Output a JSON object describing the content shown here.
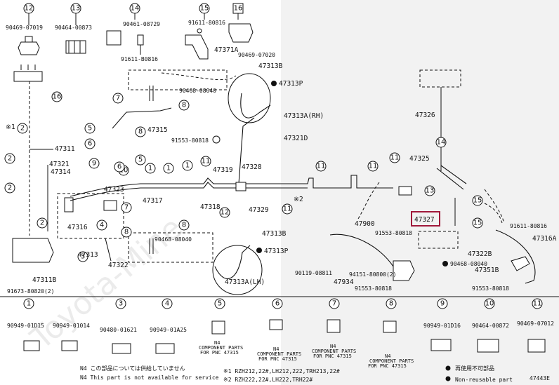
{
  "diagram_id": "47443E",
  "watermark": "Toyota-Mine",
  "highlighted_part": "47327",
  "top_parts": [
    {
      "callout": "12",
      "parts": [
        "90469-07019"
      ]
    },
    {
      "callout": "13",
      "parts": [
        "90464-00873"
      ]
    },
    {
      "callout": "14",
      "parts": [
        "90461-08729",
        "91611-B0816"
      ]
    },
    {
      "callout": "15",
      "parts": [
        "91611-80816",
        "47371A"
      ]
    },
    {
      "callout": "16",
      "parts": [
        "90469-07020"
      ]
    }
  ],
  "labels": {
    "p47313B_top": "47313B",
    "p47313P_top": "47313P",
    "p90468_top": "90468-08040",
    "p47313A_rh": "47313A(RH)",
    "p47315": "47315",
    "p91553_a": "91553-80818",
    "p47321D": "47321D",
    "p47311": "47311",
    "p47321": "47321",
    "p47314": "47314",
    "p47323": "47323",
    "p47317": "47317",
    "p47316": "47316",
    "p47313": "47313",
    "p47322": "47322",
    "p47318": "47318",
    "p47319": "47319",
    "p47328": "47328",
    "p47329": "47329",
    "p47311B": "47311B",
    "p91673": "91673-80820(2)",
    "p47313B_bot": "47313B",
    "p90468_bot": "90468-08040",
    "p47313P_bot": "47313P",
    "p47313A_lh": "47313A(LH)",
    "p47325": "47325",
    "p47326": "47326",
    "p47900": "47900",
    "p91553_b": "91553-80818",
    "p90119": "90119-08811",
    "p94151": "94151-80800(2)",
    "p47934": "47934",
    "p91553_c": "91553-80818",
    "p91611_r": "91611-80816",
    "p47316A": "47316A",
    "p47322B": "47322B",
    "p90468_r": "90468-08040",
    "p47351B": "47351B",
    "p91553_d": "91553-80818",
    "star1": "※1",
    "star2": "※2"
  },
  "bottom_parts": [
    {
      "callout": "1",
      "parts": [
        "90949-01D15",
        "90949-01014"
      ]
    },
    {
      "callout": "3",
      "parts": [
        "90480-01621"
      ]
    },
    {
      "callout": "4",
      "parts": [
        "90949-01A25"
      ]
    },
    {
      "callout": "5",
      "parts": [
        "N4",
        "COMPONENT PARTS",
        "FOR PNC 47315"
      ]
    },
    {
      "callout": "6",
      "parts": [
        "N4",
        "COMPONENT PARTS",
        "FOR PNC 47315"
      ]
    },
    {
      "callout": "7",
      "parts": [
        "N4",
        "COMPONENT PARTS",
        "FOR PNC 47315"
      ]
    },
    {
      "callout": "8",
      "parts": [
        "N4",
        "COMPONENT PARTS",
        "FOR PNC 47315"
      ]
    },
    {
      "callout": "9",
      "parts": [
        "90949-01D16"
      ]
    },
    {
      "callout": "10",
      "parts": [
        "90464-00872"
      ]
    },
    {
      "callout": "11",
      "parts": [
        "90469-07012"
      ]
    }
  ],
  "footnotes": {
    "n4_jp": "N4 この部品については供給していません",
    "n4_en": "N4 This part is not available for service",
    "star1_note": "※1 RZH212,22#,LH212,222,TRH213,22#",
    "star2_note": "※2 RZH222,22#,LH222,TRH22#",
    "legend_jp": "再使用不可部品",
    "legend_en": "Non-reusable part"
  }
}
